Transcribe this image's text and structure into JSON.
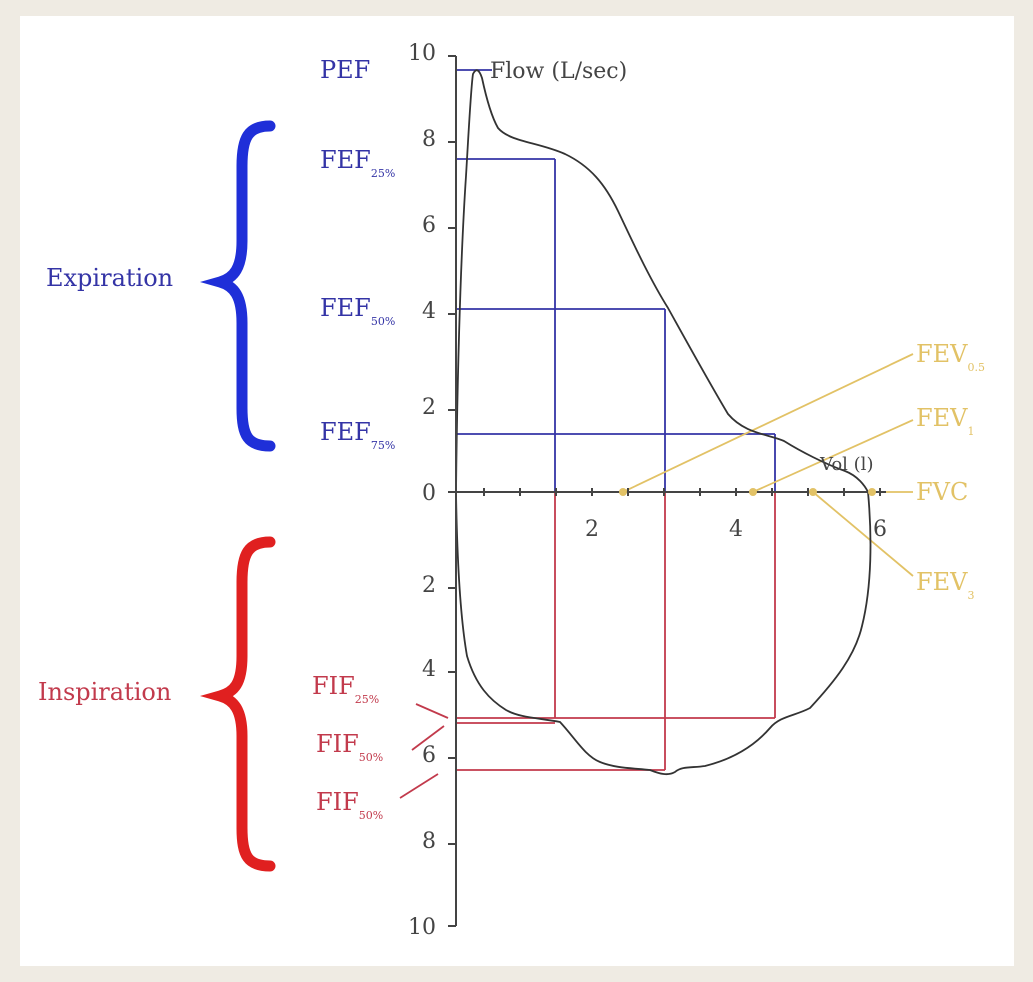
{
  "colors": {
    "page_bg": "#efebe3",
    "frame_bg": "#ffffff",
    "axis": "#444444",
    "curve": "#333333",
    "expiration": "#3434a6",
    "expiration_brace": "#1f2fd8",
    "inspiration": "#c23a4c",
    "inspiration_brace": "#e02020",
    "fev": "#e2c266"
  },
  "axis": {
    "y_title": "Flow (L/sec)",
    "x_unit": "Vol (l)",
    "y_tick_labels": [
      "10",
      "8",
      "6",
      "4",
      "2",
      "0",
      "2",
      "4",
      "6",
      "8",
      "10"
    ],
    "x_tick_labels": [
      "2",
      "4",
      "6"
    ]
  },
  "groups": {
    "expiration": "Expiration",
    "inspiration": "Inspiration"
  },
  "expiration_labels": {
    "pef": "PEF",
    "fef25": {
      "main": "FEF",
      "sub": "25%"
    },
    "fef50": {
      "main": "FEF",
      "sub": "50%"
    },
    "fef75": {
      "main": "FEF",
      "sub": "75%"
    }
  },
  "inspiration_labels": {
    "fif25": {
      "main": "FIF",
      "sub": "25%"
    },
    "fif50": {
      "main": "FIF",
      "sub": "50%"
    },
    "fif75": {
      "main": "FIF",
      "sub": "50%"
    }
  },
  "fev_labels": {
    "fev05": {
      "main": "FEV",
      "sub": "0.5"
    },
    "fev1": {
      "main": "FEV",
      "sub": "1"
    },
    "fvc": "FVC",
    "fev3": {
      "main": "FEV",
      "sub": "3"
    }
  }
}
